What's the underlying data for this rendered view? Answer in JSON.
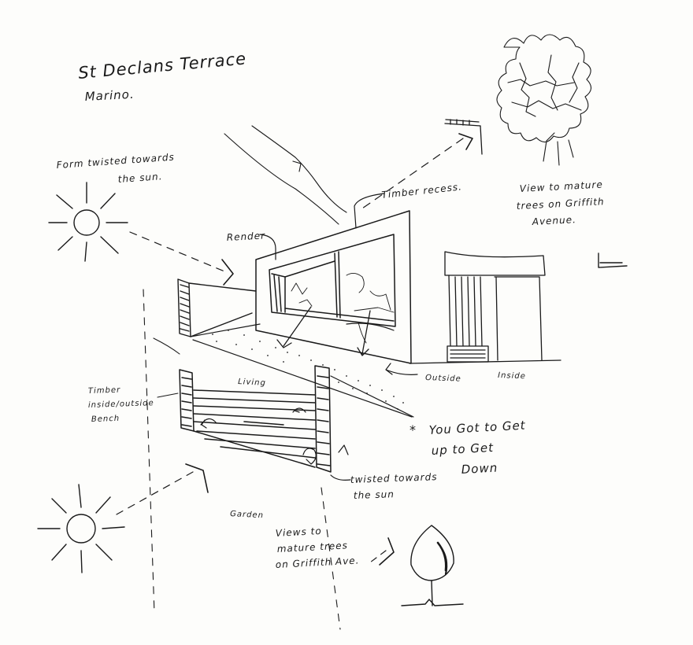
{
  "title": {
    "line1": "St Declans Terrace",
    "line2": "Marino."
  },
  "labels": {
    "form_twisted_line1": "Form twisted towards",
    "form_twisted_line2": "the sun.",
    "timber_recess": "Timber recess.",
    "render": "Render",
    "view_line1": "View to mature",
    "view_line2": "trees on Griffith",
    "view_line3": "Avenue.",
    "living": "Living",
    "timber_bench_line1": "Timber",
    "timber_bench_line2": "inside/outside",
    "timber_bench_line3": "Bench",
    "outside": "Outside",
    "inside": "Inside",
    "note_line1": "You Got to Get",
    "note_line2": "up to Get",
    "note_line3": "Down",
    "twisted_sun_line1": "twisted towards",
    "twisted_sun_line2": "the sun",
    "garden": "Garden",
    "views_line1": "Views to",
    "views_line2": "mature trees",
    "views_line3": "on Griffith Ave."
  },
  "icons": {
    "asterisk": "*"
  }
}
